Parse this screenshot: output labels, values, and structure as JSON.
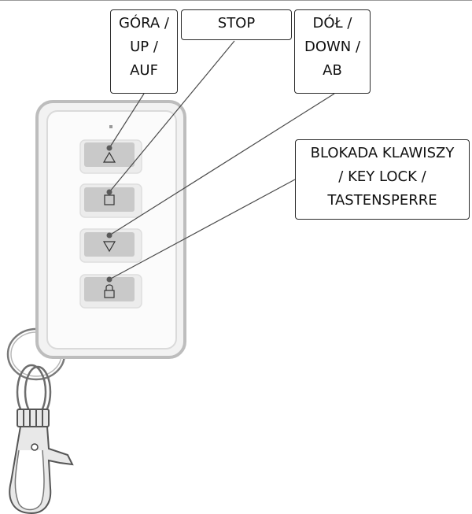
{
  "labels": {
    "up": [
      "GÓRA /",
      "UP /",
      "AUF"
    ],
    "stop": [
      "STOP"
    ],
    "down": [
      "DÓŁ /",
      "DOWN /",
      "AB"
    ],
    "lock": [
      "BLOKADA KLAWISZY",
      "/ KEY LOCK /",
      "TASTENSPERRE"
    ]
  },
  "buttons": [
    {
      "name": "up-button",
      "icon": "triangle-up-icon"
    },
    {
      "name": "stop-button",
      "icon": "square-icon"
    },
    {
      "name": "down-button",
      "icon": "triangle-down-icon"
    },
    {
      "name": "lock-button",
      "icon": "padlock-icon"
    }
  ],
  "colors": {
    "remote_outline": "#bdbdbd",
    "remote_body": "#f4f4f4",
    "button_fill": "#c9c9c9",
    "leader_line": "#4a4a4a",
    "dot": "#5a5a5a"
  }
}
